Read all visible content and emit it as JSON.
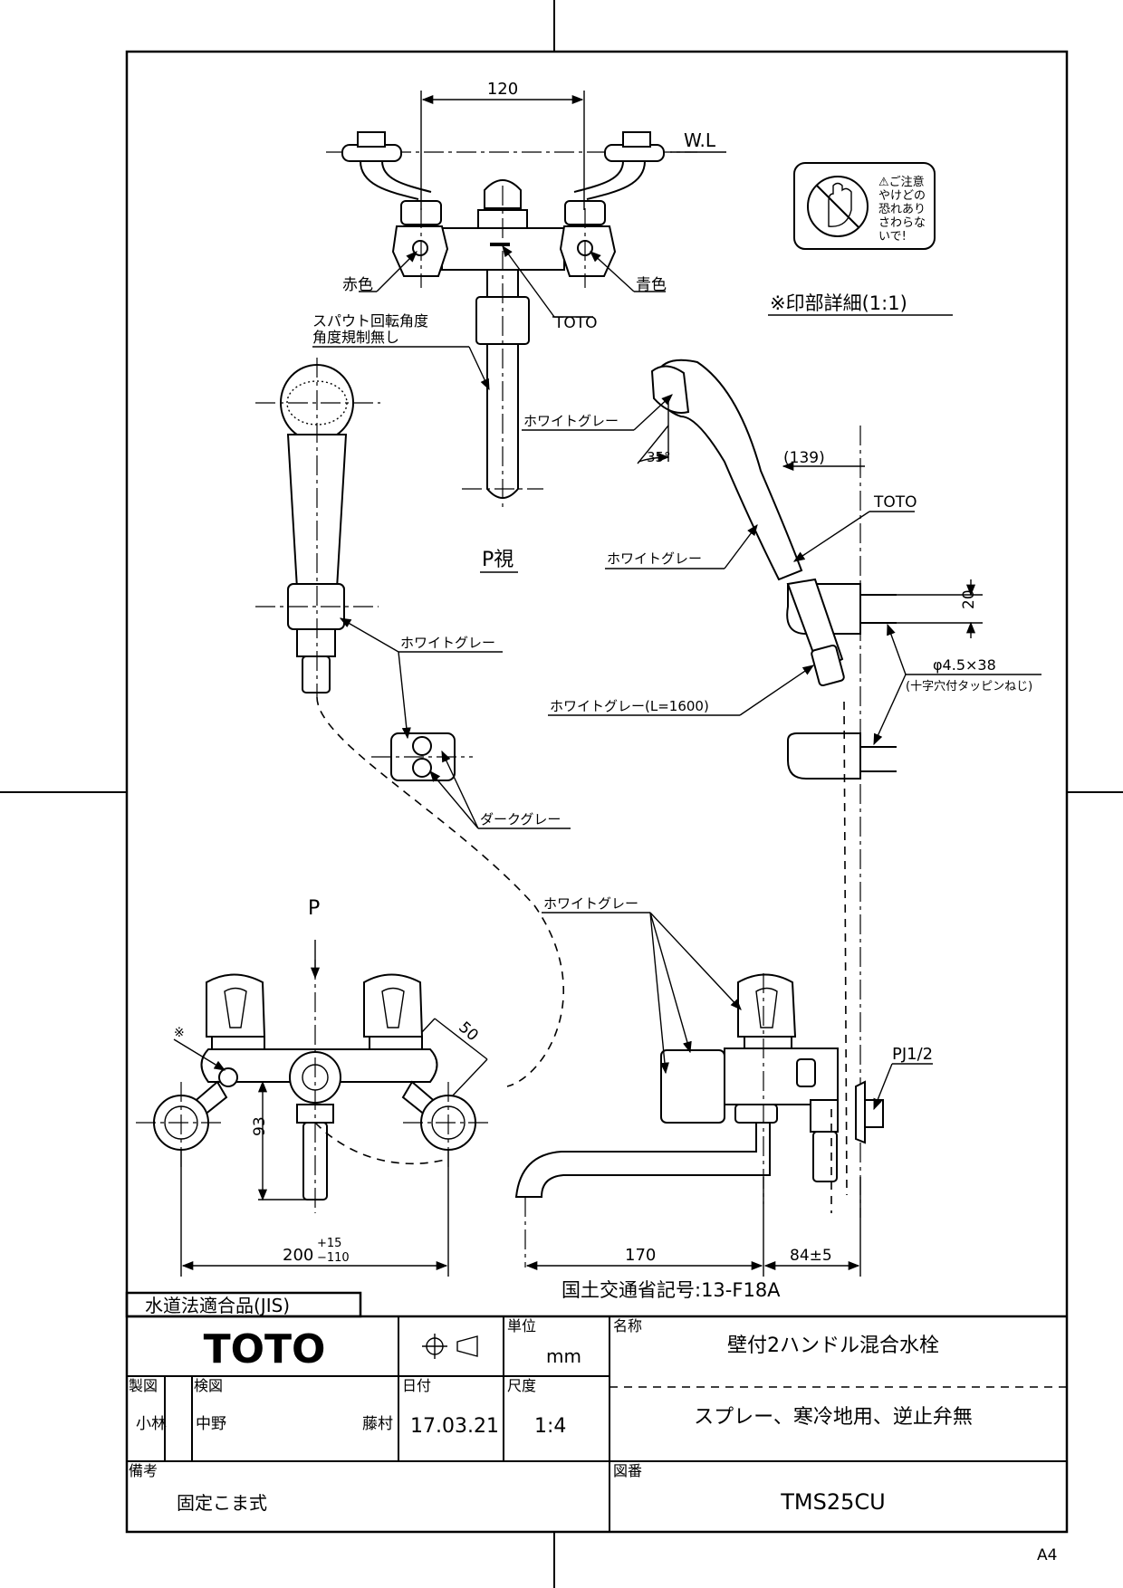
{
  "sheet_size": "A4",
  "dimensions": {
    "top_width": "120",
    "water_level": "W.L",
    "spray_length": "(139)",
    "angle": "35°",
    "bracket_pitch": "20",
    "screw": "φ4.5×38",
    "screw_note": "(十字穴付タッピンねじ)",
    "arm_length": "50",
    "height_93": "93",
    "center_distance": "200",
    "center_tol_plus": "+15",
    "center_tol_minus": "−110",
    "spout_170": "170",
    "depth_84": "84±5",
    "pipe": "PJ1/2"
  },
  "labels": {
    "red": "赤色",
    "blue": "青色",
    "toto_mark": "TOTO",
    "spout_rotation_1": "スパウト回転角度",
    "spout_rotation_2": "角度規制無し",
    "p_view": "P視",
    "p_arrow": "P",
    "white_gray": "ホワイトグレー",
    "white_gray_hose": "ホワイトグレー(L=1600)",
    "dark_gray": "ダークグレー",
    "print_detail": "※印部詳細(1:1)",
    "asterisk": "※",
    "caution": "⚠ご注意 やけどの 恐れあり さわらな いで!",
    "caution_lines": [
      "⚠ご注意",
      "やけどの",
      "恐れあり",
      "さわらな",
      "いで!"
    ],
    "mlit": "国土交通省記号:13-F18A",
    "jis": "水道法適合品(JIS)"
  },
  "title_block": {
    "company": "TOTO",
    "unit_label": "単位",
    "unit": "mm",
    "name_label": "名称",
    "name": "壁付2ハンドル混合水栓",
    "subtitle": "スプレー、寒冷地用、逆止弁無",
    "drawn_label": "製図",
    "drawn_by": "小林",
    "checked_label": "検図",
    "checked_by_1": "中野",
    "checked_by_2": "藤村",
    "date_label": "日付",
    "date": "17.03.21",
    "scale_label": "尺度",
    "scale": "1:4",
    "remarks_label": "備考",
    "remarks": "固定こま式",
    "drawing_no_label": "図番",
    "drawing_no": "TMS25CU"
  }
}
